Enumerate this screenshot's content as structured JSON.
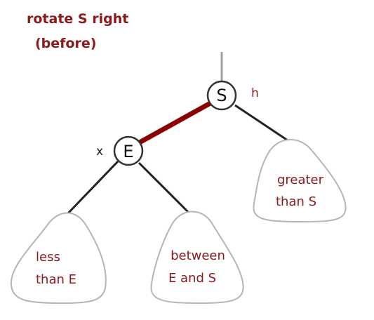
{
  "title": {
    "line1": "rotate S right",
    "line2": "(before)"
  },
  "nodes": {
    "root": {
      "label": "S",
      "annotation": "h"
    },
    "left": {
      "label": "E",
      "annotation": "x"
    }
  },
  "subtrees": {
    "right": {
      "line1": "greater",
      "line2": "than S"
    },
    "left": {
      "line1": "less",
      "line2": "than E"
    },
    "middle": {
      "line1": "between",
      "line2": "E and S"
    }
  },
  "colors": {
    "text_dark_red": "#8b1a1a",
    "highlight_link": "#8b0000",
    "edge": "#222222",
    "parent_stub": "#a0a0a0",
    "subtree_outline": "#b5b5b5",
    "node_outline": "#333333"
  }
}
